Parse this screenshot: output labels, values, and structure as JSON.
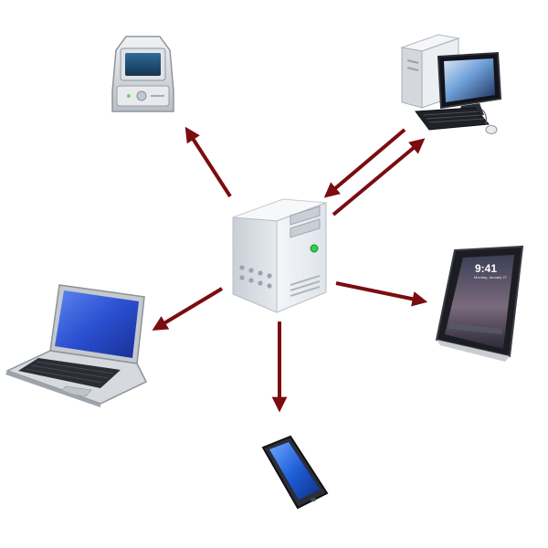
{
  "diagram": {
    "hub": {
      "name": "server",
      "icon": "server-tower-icon"
    },
    "nodes": [
      {
        "name": "archive-server",
        "icon": "archive-server-icon"
      },
      {
        "name": "desktop-computer",
        "icon": "desktop-computer-icon"
      },
      {
        "name": "tablet",
        "icon": "tablet-icon",
        "screen_time": "9:41",
        "screen_date": "Monday, January 27"
      },
      {
        "name": "smartphone",
        "icon": "smartphone-icon"
      },
      {
        "name": "laptop",
        "icon": "laptop-icon"
      }
    ],
    "connections": [
      {
        "from": "server",
        "to": "archive-server"
      },
      {
        "from": "server",
        "to": "desktop-computer"
      },
      {
        "from": "desktop-computer",
        "to": "server"
      },
      {
        "from": "server",
        "to": "tablet"
      },
      {
        "from": "server",
        "to": "smartphone"
      },
      {
        "from": "server",
        "to": "laptop"
      }
    ],
    "colors": {
      "arrow": "#7b0c10",
      "background": "#ffffff",
      "screen_blue": "#2a4fd0",
      "server_body": "#e9edf1"
    }
  }
}
